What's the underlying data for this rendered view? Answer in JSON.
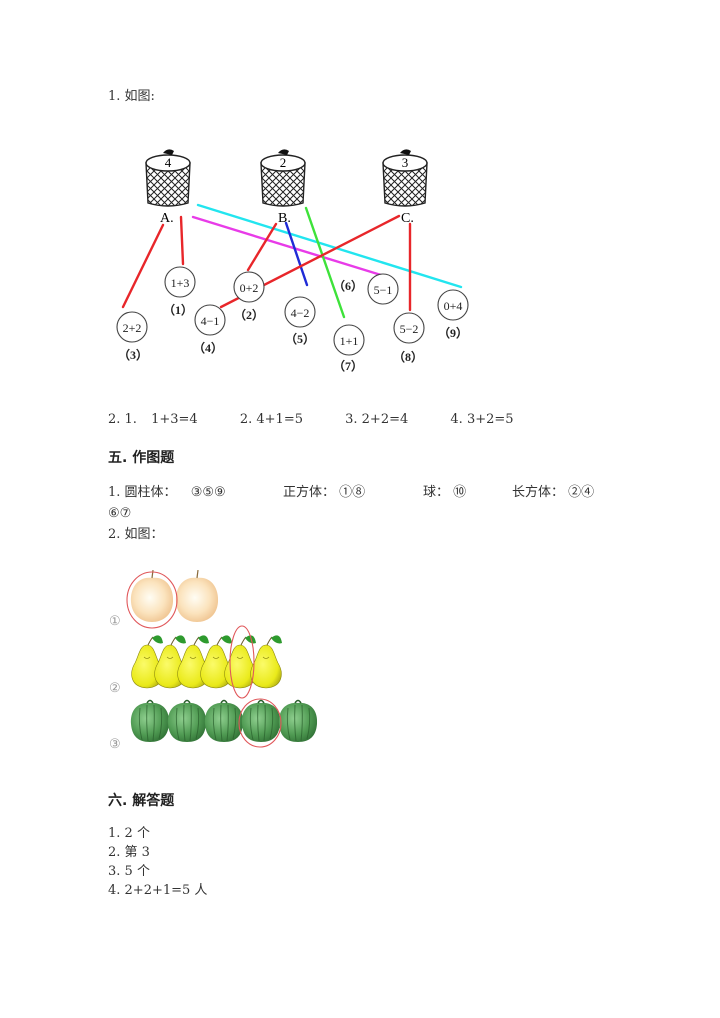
{
  "q1": {
    "label": "1. 如图:",
    "baskets": [
      {
        "number": "4",
        "letter": "A."
      },
      {
        "number": "2",
        "letter": "B."
      },
      {
        "number": "3",
        "letter": "C."
      }
    ],
    "balls": [
      {
        "expr": "1+3",
        "tag": "（1）"
      },
      {
        "expr": "0+2",
        "tag": "（2）"
      },
      {
        "expr": "2+2",
        "tag": "（3）"
      },
      {
        "expr": "4−1",
        "tag": "（4）"
      },
      {
        "expr": "4−2",
        "tag": "（5）"
      },
      {
        "expr": "5−1",
        "tag": "（6）"
      },
      {
        "expr": "1+1",
        "tag": "（7）"
      },
      {
        "expr": "5−2",
        "tag": "（8）"
      },
      {
        "expr": "0+4",
        "tag": "（9）"
      }
    ],
    "line_colors": {
      "red": "#e8262a",
      "cyan": "#22e5ef",
      "magenta": "#e83be8",
      "blue": "#1f2bd6",
      "green": "#3ee23a"
    }
  },
  "q2": {
    "prefix": "2. 1.",
    "items": [
      "1+3=4",
      "2.  4+1=5",
      "3.  2+2=4",
      "4.  3+2=5"
    ]
  },
  "section5": {
    "title": "五. 作图题",
    "q1_line1": {
      "cylinder_label": "1. 圆柱体：",
      "cylinder_value": "③⑤⑨",
      "cube_label": "正方体：",
      "cube_value": "①⑧",
      "sphere_label": "球：",
      "sphere_value": "⑩",
      "cuboid_label": "长方体：",
      "cuboid_value": "②④"
    },
    "q1_line2": "⑥⑦",
    "q2_label": "2. 如图：",
    "rows": [
      {
        "marker": "①",
        "fruit": "apple",
        "count": 2,
        "circled": 1
      },
      {
        "marker": "②",
        "fruit": "pear",
        "count": 6,
        "circled": 5
      },
      {
        "marker": "③",
        "fruit": "pepper",
        "count": 5,
        "circled": 4
      }
    ]
  },
  "section6": {
    "title": "六. 解答题",
    "answers": [
      "1. 2 个",
      "2. 第 3",
      "3. 5 个",
      "4. 2+2+1=5 人"
    ]
  }
}
